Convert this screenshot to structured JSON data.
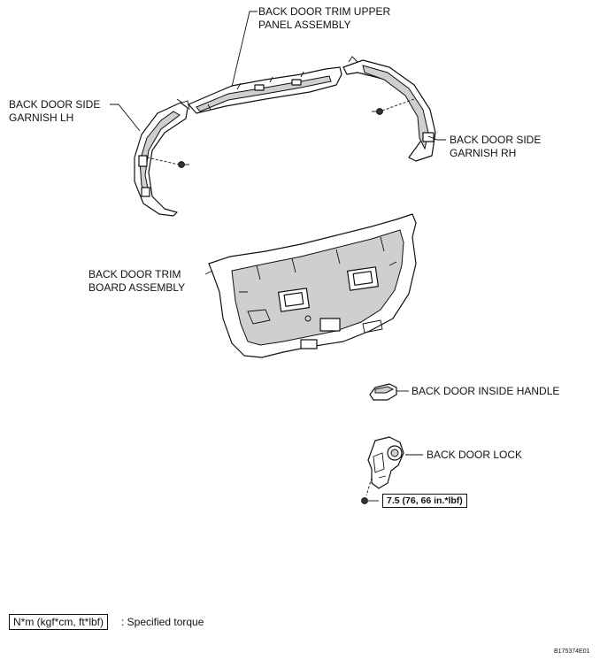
{
  "labels": {
    "upper_panel": [
      "BACK DOOR TRIM UPPER",
      "PANEL ASSEMBLY"
    ],
    "side_garnish_lh": [
      "BACK DOOR SIDE",
      "GARNISH LH"
    ],
    "side_garnish_rh": [
      "BACK DOOR SIDE",
      "GARNISH RH"
    ],
    "trim_board": [
      "BACK DOOR TRIM",
      "BOARD ASSEMBLY"
    ],
    "inside_handle": "BACK DOOR INSIDE HANDLE",
    "door_lock": "BACK DOOR LOCK"
  },
  "torque_spec": "7.5 (76, 66 in.*lbf)",
  "legend": {
    "unit_box": "N*m (kgf*cm, ft*lbf)",
    "description": ": Specified torque"
  },
  "figure_code": "B175374E01"
}
